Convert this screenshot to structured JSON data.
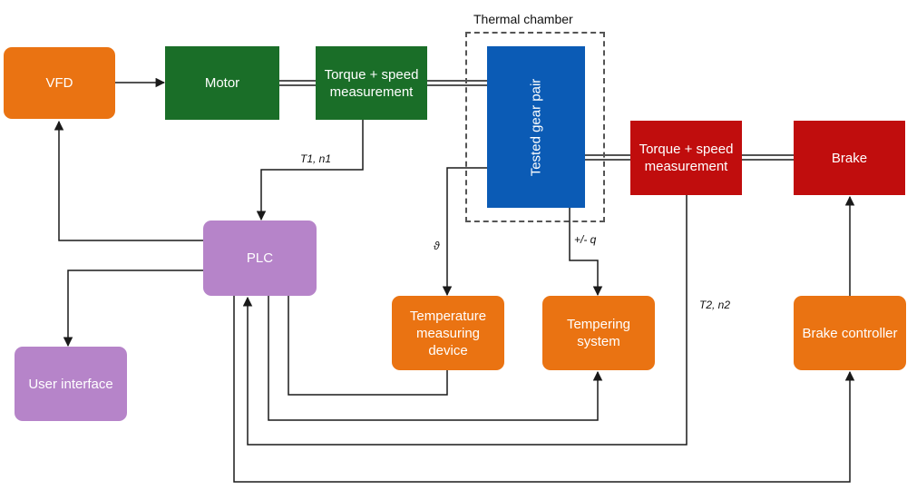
{
  "diagram": {
    "chamber_label": "Thermal chamber",
    "nodes": {
      "vfd": "VFD",
      "motor": "Motor",
      "tsm1": "Torque + speed\nmeasurement",
      "gear": "Tested gear pair",
      "tsm2": "Torque + speed\nmeasurement",
      "brake": "Brake",
      "plc": "PLC",
      "ui": "User interface",
      "temp_dev": "Temperature\nmeasuring\ndevice",
      "tempering": "Tempering\nsystem",
      "brake_ctrl": "Brake controller"
    },
    "signals": {
      "t1n1": "T1, n1",
      "theta": "ϑ",
      "q": "+/- q",
      "t2n2": "T2, n2"
    }
  },
  "colors": {
    "orange": "#ea7312",
    "green": "#1a6e28",
    "blue": "#0b5bb5",
    "red": "#c00d0d",
    "purple": "#b684c9",
    "line": "#1a1a1a"
  }
}
